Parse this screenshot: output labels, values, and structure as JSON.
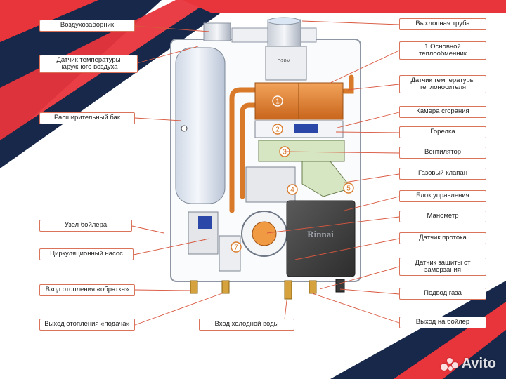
{
  "labels": {
    "air_intake": "Воздухозаборник",
    "outdoor_temp_sensor": "Датчик температуры наружного воздуха",
    "expansion_tank": "Расширительный бак",
    "boiler_unit": "Узел бойлера",
    "circulation_pump": "Циркуляционный насос",
    "heating_return": "Вход отопления «обратка»",
    "heating_supply": "Выход отопления «подача»",
    "cold_water_inlet": "Вход холодной воды",
    "exhaust_pipe": "Выхлопная труба",
    "main_heat_exchanger": "1.Основной теплообменник",
    "coolant_temp_sensor": "Датчик температуры теплоносителя",
    "combustion_chamber": "Камера сгорания",
    "burner": "Горелка",
    "fan": "Вентилятор",
    "gas_valve": "Газовый клапан",
    "control_unit": "Блок управления",
    "manometer": "Манометр",
    "flow_sensor": "Датчик протока",
    "frost_sensor": "Датчик защиты от замерзания",
    "gas_supply": "Подвод газа",
    "boiler_outlet": "Выход на бойлер"
  },
  "markers": [
    "1",
    "2",
    "3",
    "4",
    "5",
    "7"
  ],
  "device": {
    "brand": "Rinnai",
    "model_tag": "D20M"
  },
  "watermark": "Avito",
  "colors": {
    "accent_red": "#e8343b",
    "navy": "#17284a",
    "callout_border": "#d9745a",
    "leader_line": "#d9573e",
    "copper": "#e0802a"
  }
}
